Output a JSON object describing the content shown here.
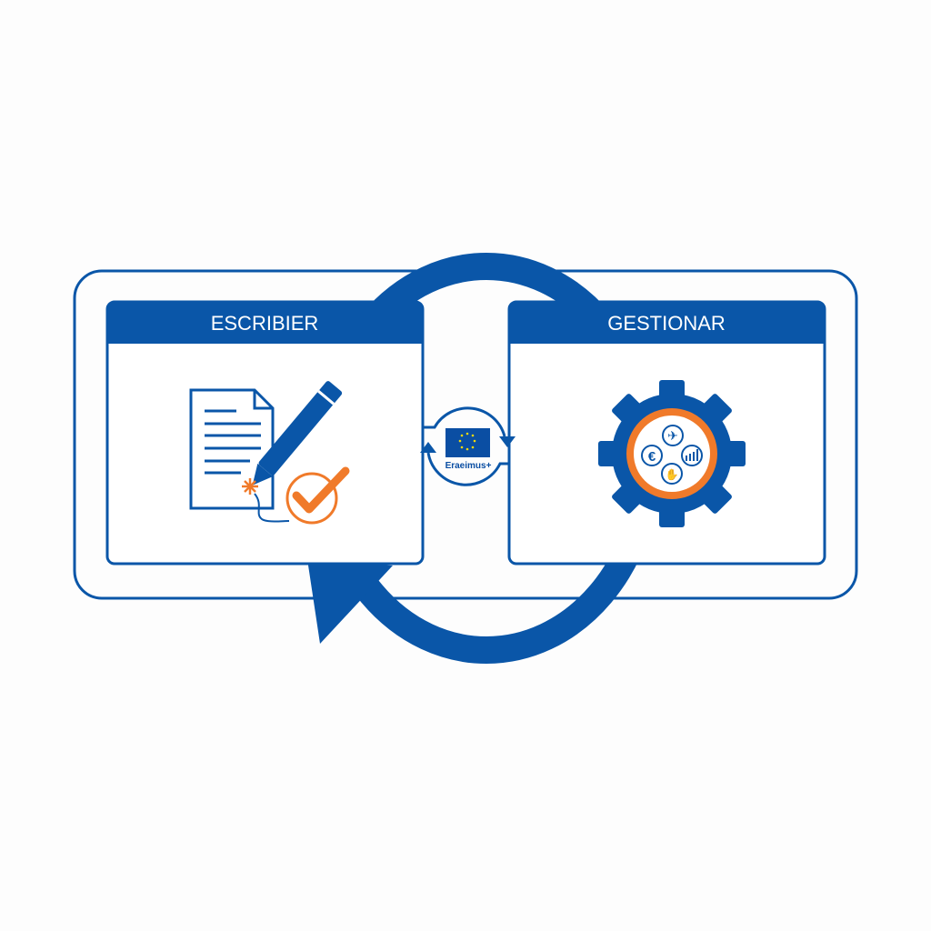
{
  "panels": {
    "left": {
      "title": "ESCRIBIER"
    },
    "right": {
      "title": "GESTIONAR"
    }
  },
  "center_badge": {
    "label": "Eraeimus+"
  },
  "colors": {
    "primary": "#0a56a8",
    "accent": "#f07a2a",
    "background": "#fdfdfd"
  }
}
